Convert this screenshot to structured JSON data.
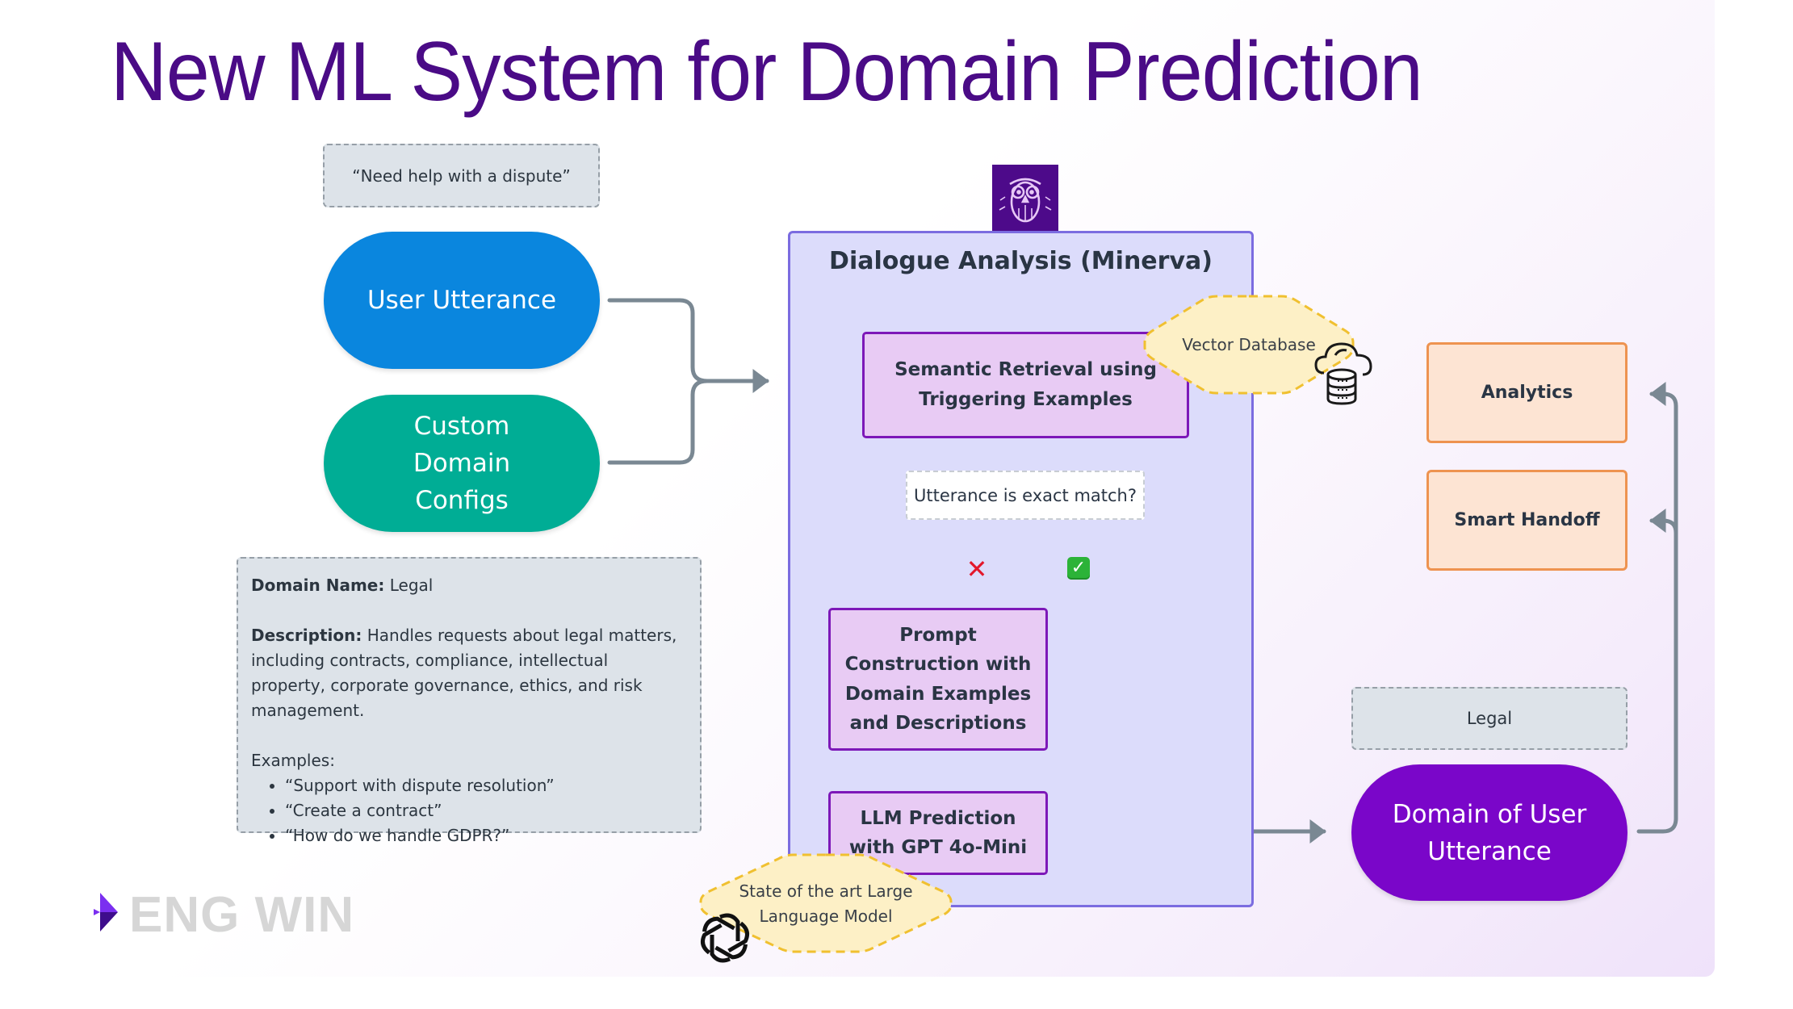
{
  "title": "New ML System for Domain Prediction",
  "inputs": {
    "example_utterance": "“Need help with a dispute”",
    "user_utterance_label": "User Utterance",
    "custom_domain_label": "Custom Domain Configs"
  },
  "domain_config": {
    "name_label": "Domain Name:",
    "name_value": "Legal",
    "description_label": "Description:",
    "description_value": "Handles requests about legal matters, including contracts, compliance, intellectual property, corporate governance, ethics, and risk management.",
    "examples_label": "Examples:",
    "examples": [
      "“Support with dispute resolution”",
      "“Create a contract”",
      "“How do we handle GDPR?”"
    ]
  },
  "minerva": {
    "title": "Dialogue Analysis (Minerva)",
    "logo_icon": "owl-icon",
    "semantic_retrieval": "Semantic Retrieval using Triggering Examples",
    "vector_db_label": "Vector Database",
    "vector_db_icon": "cloud-database-icon",
    "decision_label": "Utterance is exact match?",
    "no_symbol": "✕",
    "yes_symbol": "✓",
    "prompt_construction": "Prompt Construction with Domain Examples and Descriptions",
    "llm_prediction": "LLM Prediction with GPT 4o-Mini",
    "llm_note": "State of the art Large Language Model",
    "llm_icon": "openai-icon"
  },
  "outputs": {
    "predicted_domain_example": "Legal",
    "domain_label": "Domain of User Utterance",
    "analytics_label": "Analytics",
    "smart_handoff_label": "Smart Handoff"
  },
  "branding": {
    "logo_text": "ENG WIN"
  },
  "colors": {
    "title": "#4a0b86",
    "user_utterance": "#0a86de",
    "custom_domain": "#00ad95",
    "domain_output": "#7a06c9",
    "connector": "#7a8893",
    "minerva_fill": "#dcdcfb",
    "minerva_border": "#7b6ce0",
    "process_fill": "#e8cbf4",
    "process_border": "#7d18b8",
    "output_fill": "#fde4d3",
    "output_border": "#ee9350",
    "note_fill": "#fdf0c6",
    "note_border": "#f0c030"
  }
}
